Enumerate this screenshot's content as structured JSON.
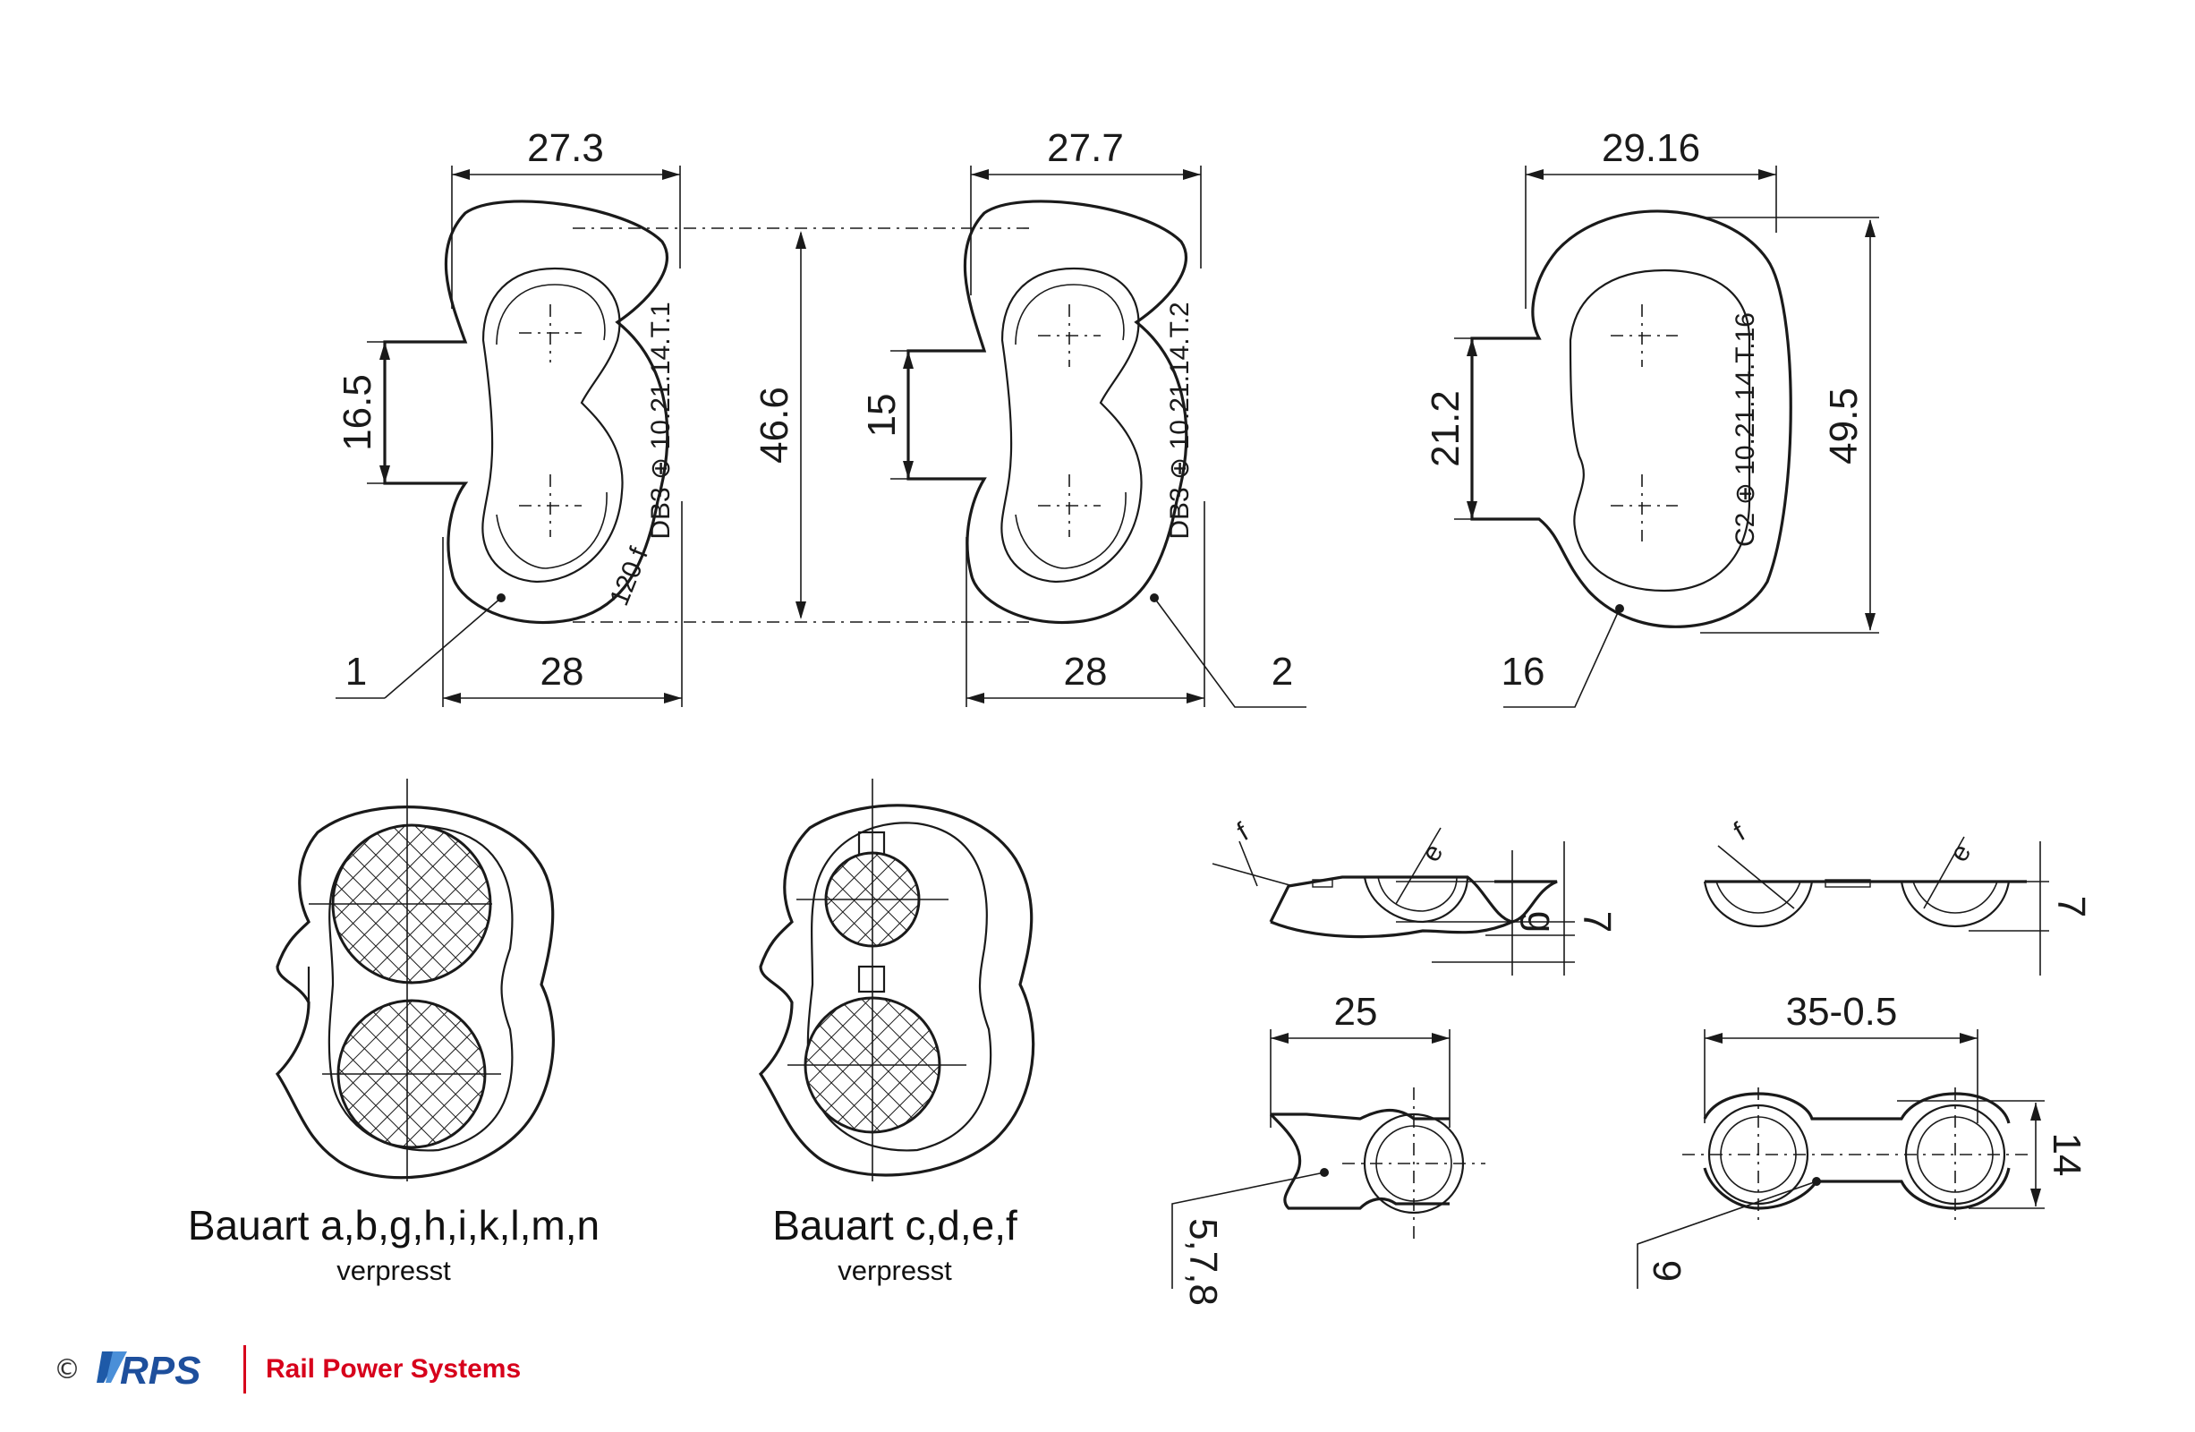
{
  "parts": [
    {
      "item": "1",
      "width_top": "27.3",
      "width_bottom": "28",
      "height": "46.6",
      "opening": "16.5",
      "marking": "DB3 ⊕ 10.21.14.T.1",
      "marking2": "120 f"
    },
    {
      "item": "2",
      "width_top": "27.7",
      "width_bottom": "28",
      "opening": "15",
      "marking": "DB3 ⊕ 10.21.14.T.2"
    },
    {
      "item": "16",
      "width_top": "29.16",
      "height": "49.5",
      "opening": "21.2",
      "marking": "C2 ⊕ 10.21.14.T.16"
    }
  ],
  "sections": [
    {
      "caption": "Bauart a,b,g,h,i,k,l,m,n",
      "sub": "verpresst"
    },
    {
      "caption": "Bauart c,d,e,f",
      "sub": "verpresst"
    }
  ],
  "details": {
    "f1": "f",
    "e1": "e",
    "g": "g",
    "h1": "7",
    "f2": "f",
    "e2": "e",
    "h2": "7",
    "len1": "25",
    "len2": "35-0.5",
    "thick": "14",
    "ref1": "5,7,8",
    "ref2": "9"
  },
  "footer": {
    "copyright": "©",
    "brand": "Rail Power Systems",
    "logo": "RPS",
    "brand_color": "#d7001b"
  }
}
